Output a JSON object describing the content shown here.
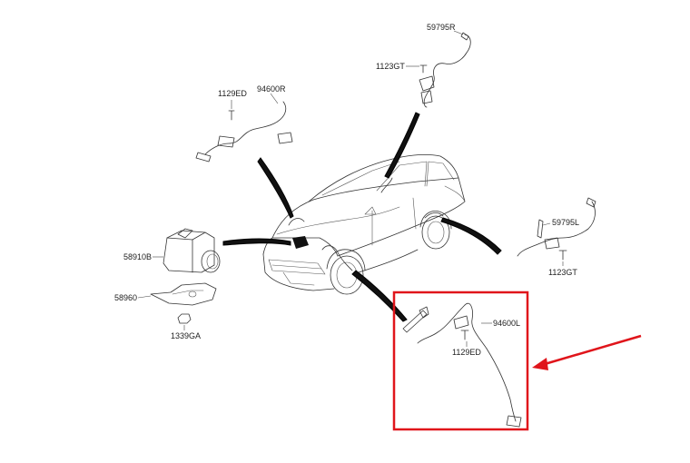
{
  "labels": {
    "sensor_rr": "59795R",
    "bolt_rr": "1123GT",
    "bolt_fr": "1129ED",
    "sensor_fr": "94600R",
    "sensor_rl": "59795L",
    "bolt_rl": "1123GT",
    "abs_unit": "58910B",
    "bracket": "58960",
    "nut": "1339GA",
    "sensor_fl": "94600L",
    "bolt_fl": "1129ED"
  },
  "colors": {
    "line": "#333333",
    "highlight": "#e0151b",
    "callout": "#111111"
  },
  "highlight": {
    "target": "front-left-wheel-speed-sensor"
  }
}
